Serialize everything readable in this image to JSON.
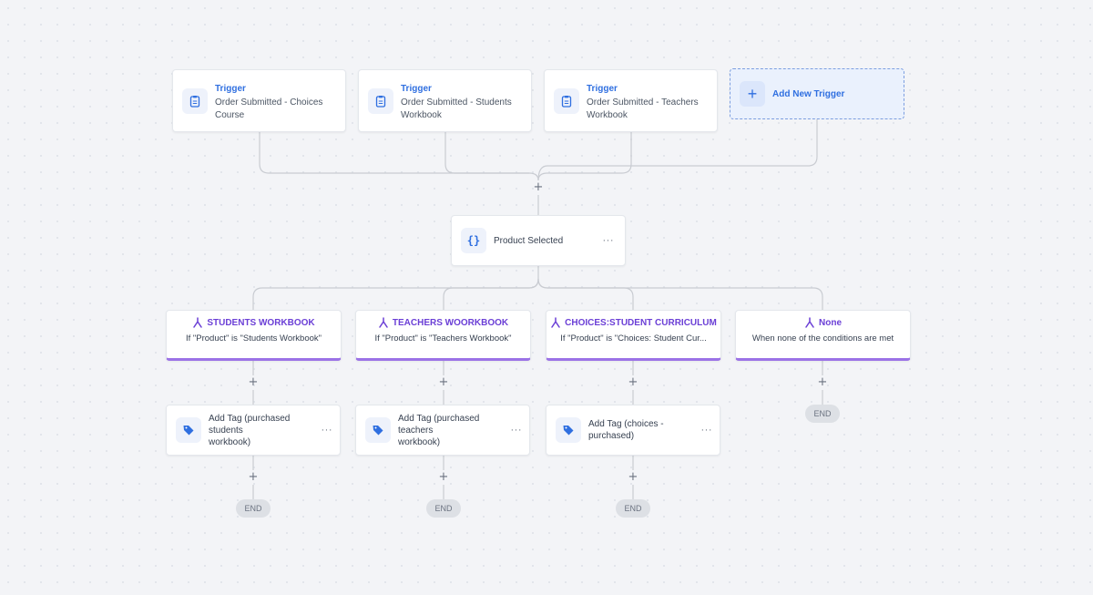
{
  "triggers": [
    {
      "title": "Trigger",
      "line1": "Order Submitted - Choices",
      "line2": "Course",
      "icon": "clipboard-icon"
    },
    {
      "title": "Trigger",
      "line1": "Order Submitted - Students",
      "line2": "Workbook",
      "icon": "clipboard-icon"
    },
    {
      "title": "Trigger",
      "line1": "Order Submitted - Teachers",
      "line2": "Workbook",
      "icon": "clipboard-icon"
    }
  ],
  "add_trigger": {
    "label": "Add New Trigger",
    "icon": "plus-icon"
  },
  "product_node": {
    "label": "Product Selected",
    "icon": "braces-icon",
    "menu": "···"
  },
  "branches": [
    {
      "title": "STUDENTS WORKBOOK",
      "condition": "If \"Product\" is \"Students Workbook\"",
      "icon": "split-icon"
    },
    {
      "title": "TEACHERS WOORKBOOK",
      "condition": "If \"Product\" is \"Teachers Workbook\"",
      "icon": "split-icon"
    },
    {
      "title": "CHOICES:STUDENT CURRICULUM",
      "condition": "If \"Product\" is \"Choices: Student Cur...",
      "icon": "split-icon"
    },
    {
      "title": "None",
      "condition": "When none of the conditions are met",
      "icon": "split-icon"
    }
  ],
  "actions": [
    {
      "line1": "Add Tag (purchased students",
      "line2": "workbook)",
      "icon": "tag-icon",
      "menu": "···"
    },
    {
      "line1": "Add Tag (purchased teachers",
      "line2": "workbook)",
      "icon": "tag-icon",
      "menu": "···"
    },
    {
      "line1": "Add Tag (choices -",
      "line2": "purchased)",
      "icon": "tag-icon",
      "menu": "···"
    }
  ],
  "connectors": {
    "plus": "+",
    "end": "END"
  },
  "colors": {
    "accent_blue": "#2f6fe0",
    "branch_purple": "#6b3fd6",
    "branch_border": "#9b72e6",
    "connector": "#c9ccd2"
  }
}
